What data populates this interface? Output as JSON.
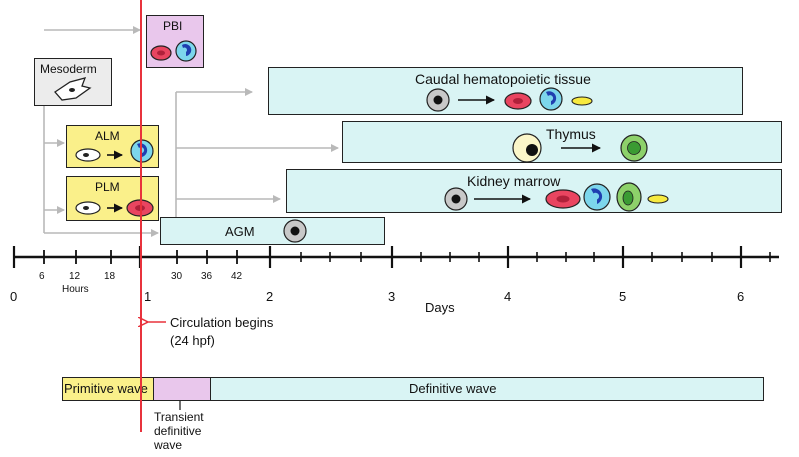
{
  "boxes": {
    "pbi": "PBI",
    "mesoderm": "Mesoderm",
    "alm": "ALM",
    "plm": "PLM",
    "agm": "AGM",
    "cht": "Caudal hematopoietic tissue",
    "thymus": "Thymus",
    "kidney": "Kidney marrow"
  },
  "timeline": {
    "hour_ticks": [
      "6",
      "12",
      "18",
      "30",
      "36",
      "42"
    ],
    "hours_label": "Hours",
    "day_ticks": [
      "0",
      "1",
      "2",
      "3",
      "4",
      "5",
      "6"
    ],
    "days_label": "Days"
  },
  "circulation": {
    "line1": "Circulation begins",
    "line2": "(24 hpf)"
  },
  "waves": {
    "primitive": "Primitive wave",
    "definitive": "Definitive wave",
    "transient_line1": "Transient",
    "transient_line2": "definitive",
    "transient_line3": "wave"
  },
  "colors": {
    "primitive": "#faf08a",
    "transient": "#e9c7ec",
    "definitive": "#d9f4f4",
    "circulation_line": "#e8323c",
    "arrow": "#b9b9b9"
  }
}
